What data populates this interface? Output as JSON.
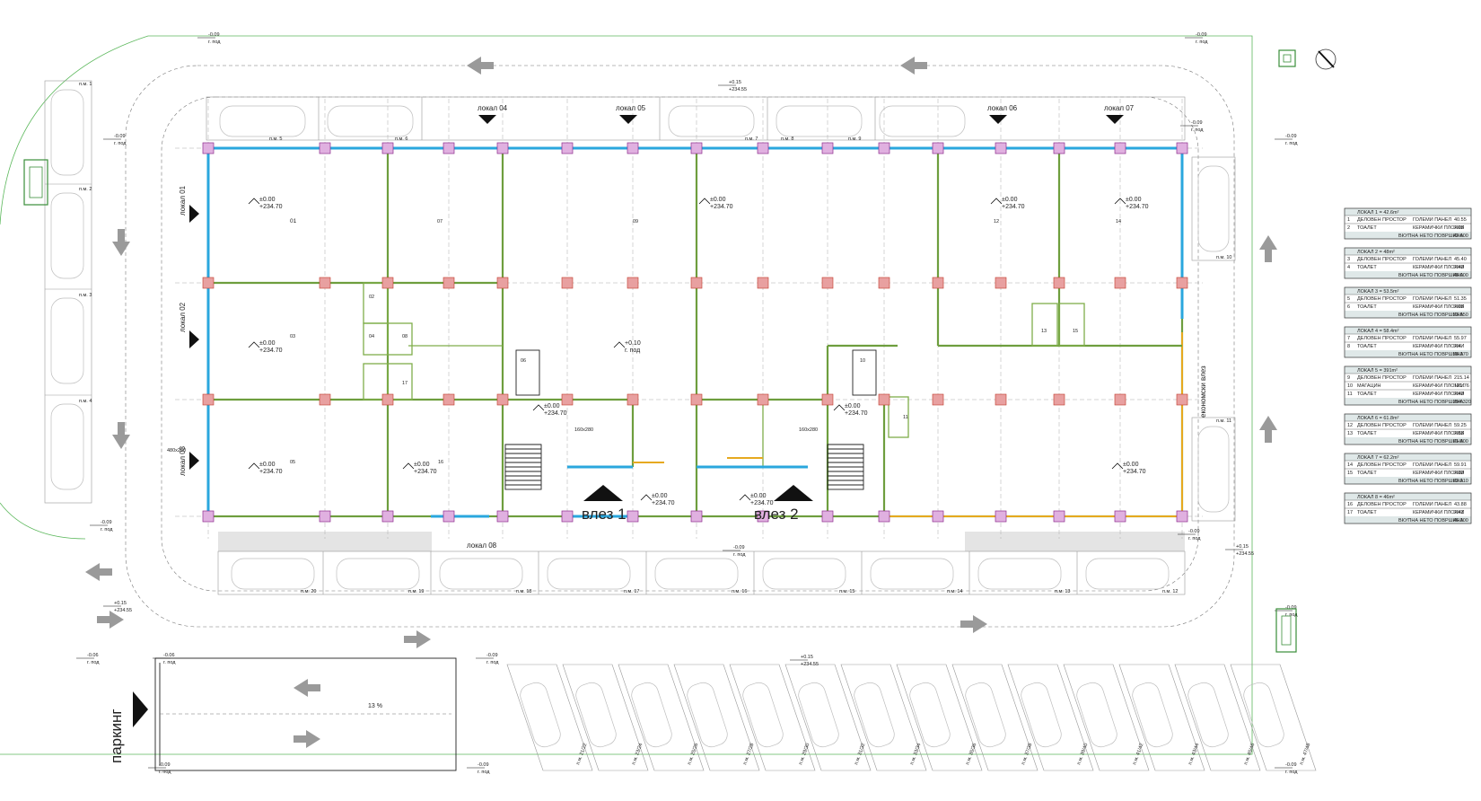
{
  "entrances": {
    "entrance_1": "влез 1",
    "entrance_2": "влез 2",
    "economic": "економски влез"
  },
  "parking_label": "паркинг",
  "slope_label": "13 %",
  "elevations": {
    "zero": "±0.00",
    "abs": "+234.70",
    "plus015": "+0.15",
    "abs015": "+234.55",
    "minus009": "-0.09",
    "minus006": "-0.06",
    "floor": "г. под",
    "plus010": "+0.10"
  },
  "locales": [
    "локал 01",
    "локал 02",
    "локал 03",
    "локал 04",
    "локал 05",
    "локал 06",
    "локал 07",
    "локал 08"
  ],
  "top_spots": [
    "п.м. 5",
    "п.м. 6",
    "п.м. 7",
    "п.м. 8",
    "п.м. 9"
  ],
  "bottom_spots": [
    "п.м. 20",
    "п.м. 19",
    "п.м. 18",
    "п.м. 17",
    "п.м. 16",
    "п.м. 15",
    "п.м. 14",
    "п.м. 13",
    "п.м. 12"
  ],
  "left_spots": [
    "п.м. 1",
    "п.м. 2",
    "п.м. 3",
    "п.м. 4"
  ],
  "right_spots": [
    "п.м. 10",
    "п.м. 11"
  ],
  "diag_spots": [
    "п.м. 21/22",
    "п.м. 23/24",
    "п.м. 25/26",
    "п.м. 27/28",
    "п.м. 29/30",
    "п.м. 31/32",
    "п.м. 33/34",
    "п.м. 35/36",
    "п.м. 37/38",
    "п.м. 39/40",
    "п.м. 41/42",
    "п.м. 43/44",
    "п.м. 45/46",
    "п.м. 47/48"
  ],
  "rooms": [
    "01",
    "02",
    "03",
    "04",
    "05",
    "06",
    "07",
    "08",
    "09",
    "10",
    "11",
    "12",
    "13",
    "14",
    "15",
    "16",
    "17"
  ],
  "door_labels": [
    "480x280",
    "160x280",
    "160x280"
  ],
  "area_tables": [
    {
      "header": "ЛОКАЛ 1 = 42.6m²",
      "rows": [
        [
          "1",
          "ДЕЛОВЕН ПРОСТОР",
          "ГОЛЕМИ ПАНЕЛ",
          "40.55"
        ],
        [
          "2",
          "ТОАЛЕТ",
          "КЕРАМИЧКИ ПЛОЧКИ",
          "2.05"
        ]
      ],
      "total": [
        "ВКУПНА НЕТО ПОВРШИНА",
        "42.600"
      ]
    },
    {
      "header": "ЛОКАЛ 2 = 48m²",
      "rows": [
        [
          "3",
          "ДЕЛОВЕН ПРОСТОР",
          "ГОЛЕМИ ПАНЕЛ",
          "45.40"
        ],
        [
          "4",
          "ТОАЛЕТ",
          "КЕРАМИЧКИ ПЛОЧКИ",
          "2.40"
        ]
      ],
      "total": [
        "ВКУПНА НЕТО ПОВРШИНА",
        "48.000"
      ]
    },
    {
      "header": "ЛОКАЛ 3 = 53.5m²",
      "rows": [
        [
          "5",
          "ДЕЛОВЕН ПРОСТОР",
          "ГОЛЕМИ ПАНЕЛ",
          "51.35"
        ],
        [
          "6",
          "ТОАЛЕТ",
          "КЕРАМИЧКИ ПЛОЧКИ",
          "2.05"
        ]
      ],
      "total": [
        "ВКУПНА НЕТО ПОВРШИНА",
        "53.550"
      ]
    },
    {
      "header": "ЛОКАЛ 4 = 58.4m²",
      "rows": [
        [
          "7",
          "ДЕЛОВЕН ПРОСТОР",
          "ГОЛЕМИ ПАНЕЛ",
          "55.97"
        ],
        [
          "8",
          "ТОАЛЕТ",
          "КЕРАМИЧКИ ПЛОЧКИ",
          "2.4"
        ]
      ],
      "total": [
        "ВКУПНА НЕТО ПОВРШИНА",
        "58.370"
      ]
    },
    {
      "header": "ЛОКАЛ 5 = 391m²",
      "rows": [
        [
          "9",
          "ДЕЛОВЕН ПРОСТОР",
          "ГОЛЕМИ ПАНЕЛ",
          "215.14"
        ],
        [
          "10",
          "МАГАЦИН",
          "КЕРАМИЧКИ ПЛОЧКИ",
          "121.76"
        ],
        [
          "11",
          "ТОАЛЕТ",
          "КЕРАМИЧКИ ПЛОЧКИ",
          "2.40"
        ]
      ],
      "total": [
        "ВКУПНА НЕТО ПОВРШИНА",
        "394.320"
      ]
    },
    {
      "header": "ЛОКАЛ 6 = 61.8m²",
      "rows": [
        [
          "12",
          "ДЕЛОВЕН ПРОСТОР",
          "ГОЛЕМИ ПАНЕЛ",
          "59.25"
        ],
        [
          "13",
          "ТОАЛЕТ",
          "КЕРАМИЧКИ ПЛОЧКИ",
          "2.55"
        ]
      ],
      "total": [
        "ВКУПНА НЕТО ПОВРШИНА",
        "61.800"
      ]
    },
    {
      "header": "ЛОКАЛ 7 = 62.2m²",
      "rows": [
        [
          "14",
          "ДЕЛОВЕН ПРОСТОР",
          "ГОЛЕМИ ПАНЕЛ",
          "59.91"
        ],
        [
          "15",
          "ТОАЛЕТ",
          "КЕРАМИЧКИ ПЛОЧКИ",
          "2.30"
        ]
      ],
      "total": [
        "ВКУПНА НЕТО ПОВРШИНА",
        "62.210"
      ]
    },
    {
      "header": "ЛОКАЛ 8 = 46m²",
      "rows": [
        [
          "16",
          "ДЕЛОВЕН ПРОСТОР",
          "ГОЛЕМИ ПАНЕЛ",
          "43.88"
        ],
        [
          "17",
          "ТОАЛЕТ",
          "КЕРАМИЧКИ ПЛОЧКИ",
          "2.41"
        ]
      ],
      "total": [
        "ВКУПНА НЕТО ПОВРШИНА",
        "46.300"
      ]
    }
  ],
  "colors": {
    "wall": "#6e9e3e",
    "glass": "#2aa7de",
    "column": "#e8a0a0",
    "arrow": "#9a9a9a"
  }
}
